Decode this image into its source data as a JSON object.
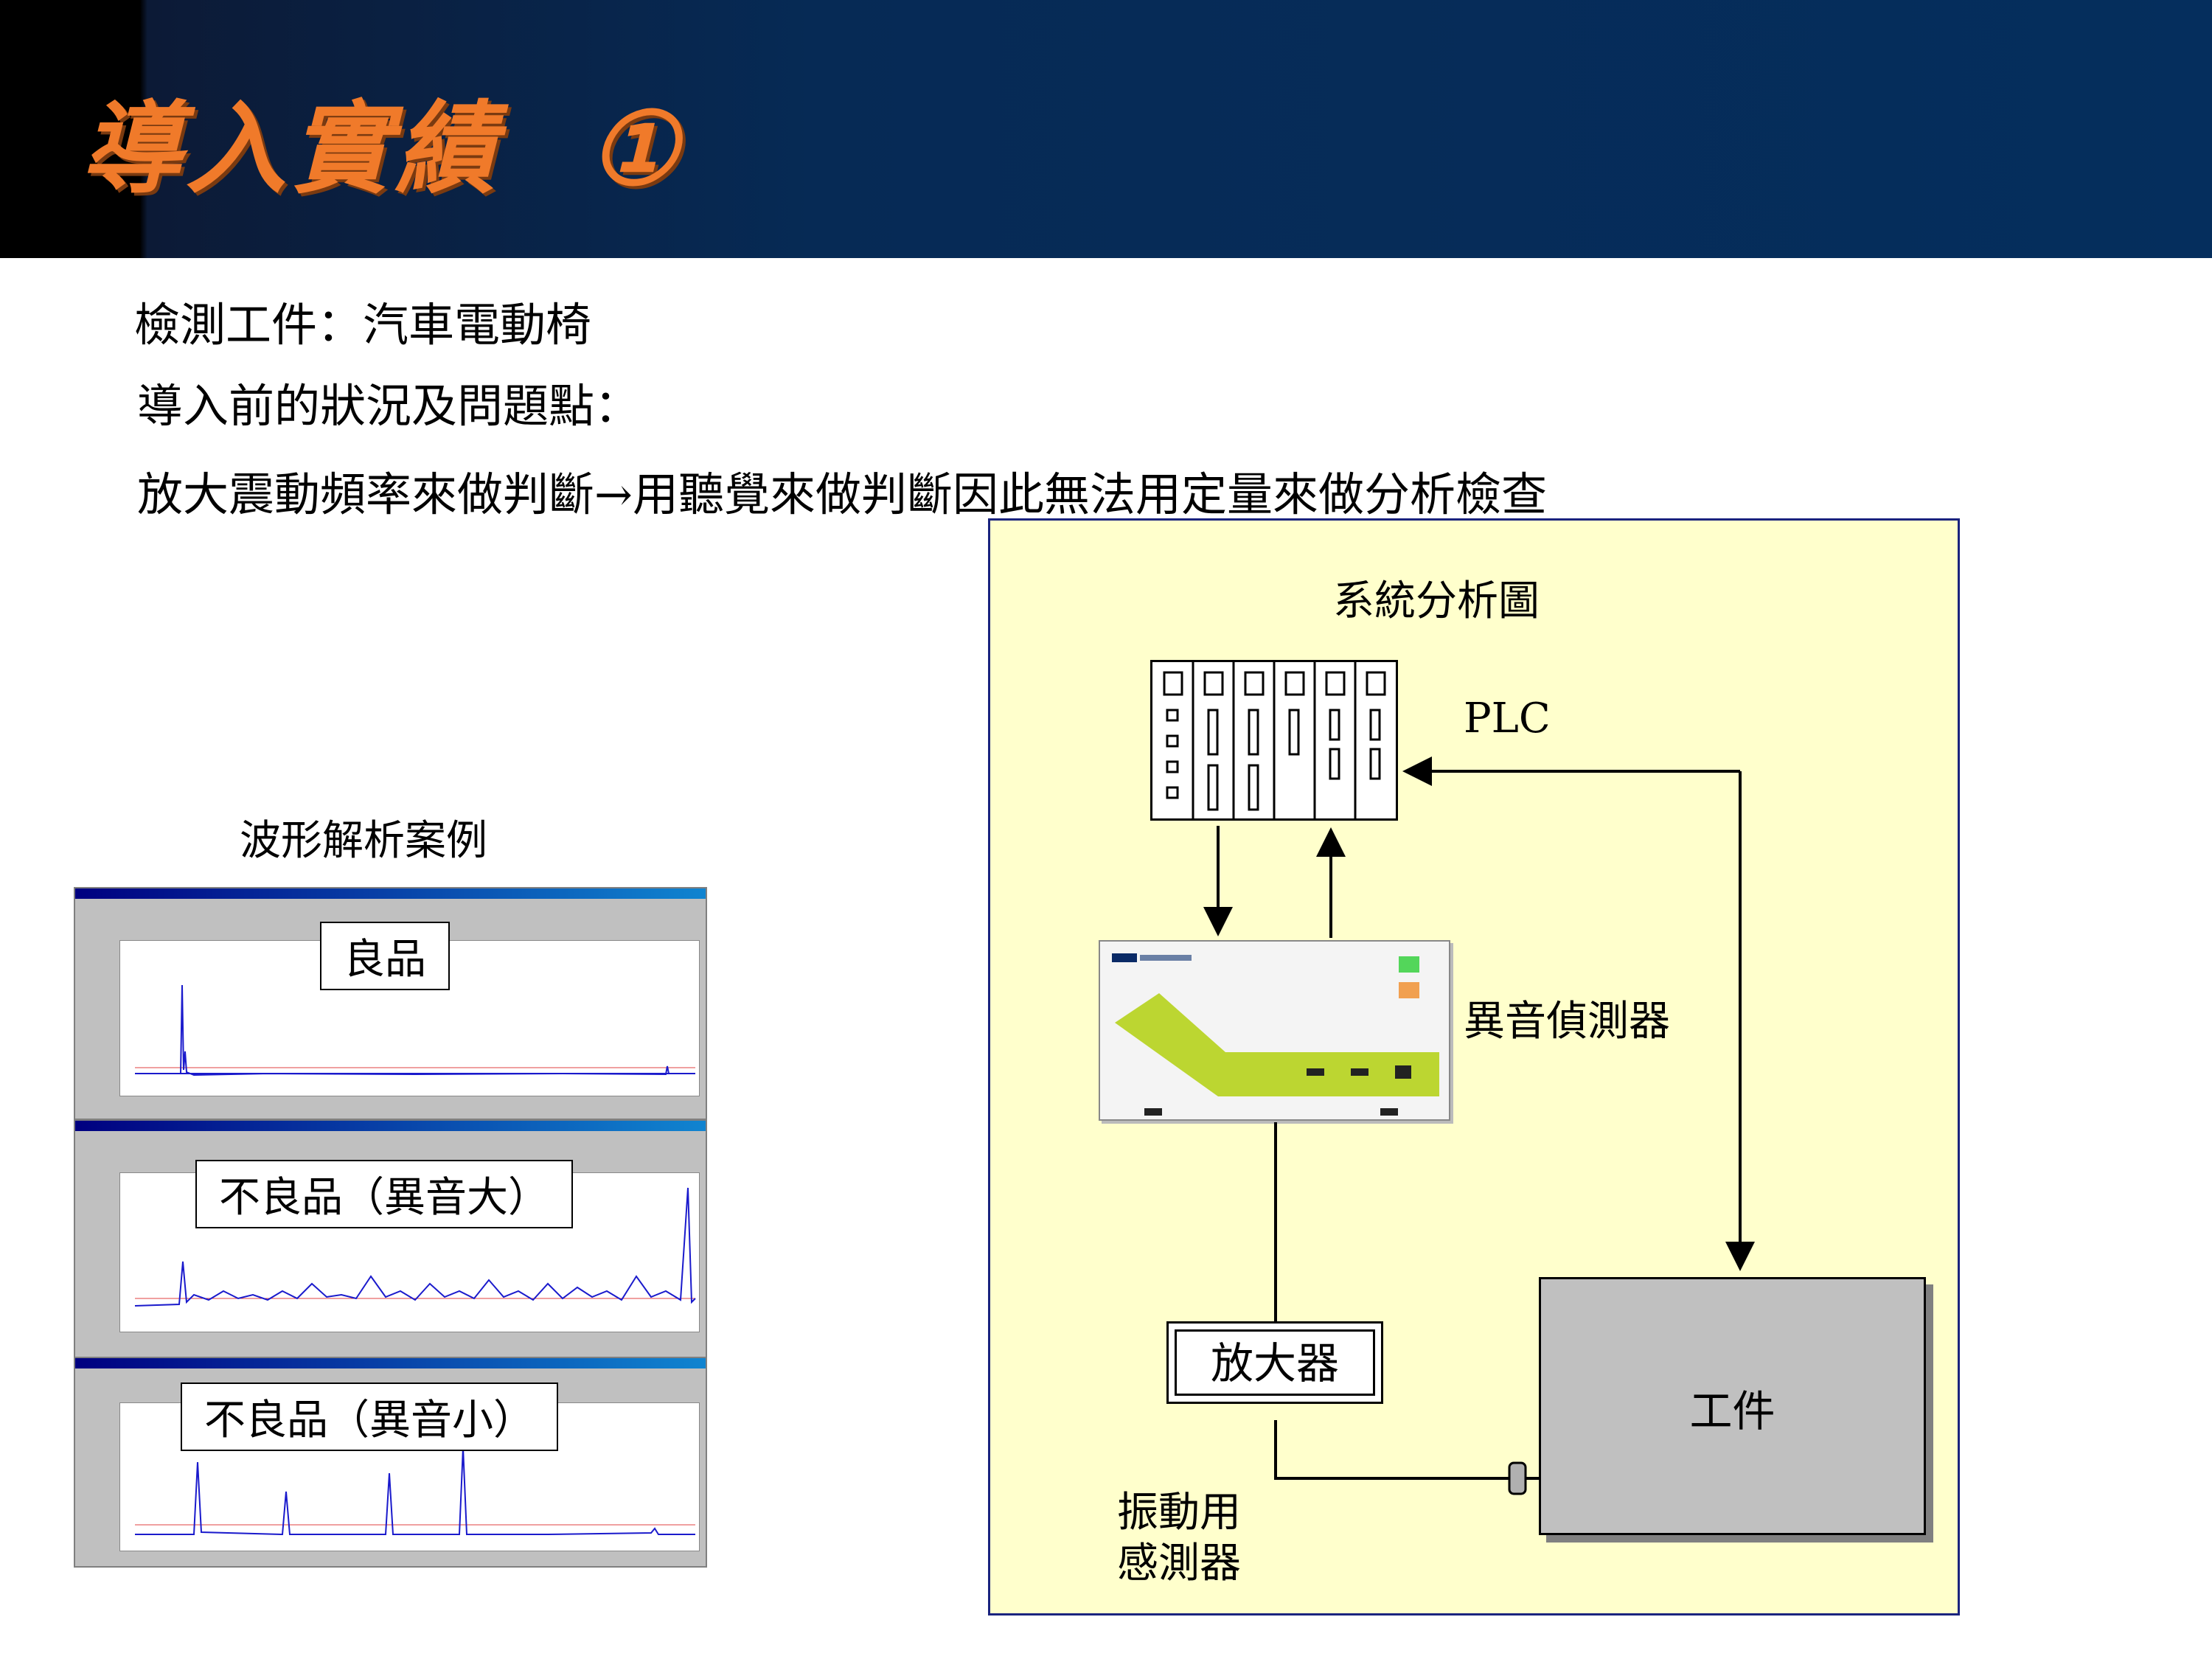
{
  "title": "導入實績",
  "title_number": "①",
  "lines": {
    "workpiece": "檢測工件：汽車電動椅",
    "before_problems": "導入前的狀況及問題點：",
    "description": "放大震動頻率來做判斷→用聽覺來做判斷因此無法用定量來做分析檢查"
  },
  "waveform": {
    "caption": "波形解析案例",
    "panels": [
      {
        "label": "良品"
      },
      {
        "label": "不良品（異音大）"
      },
      {
        "label": "不良品（異音小）"
      }
    ]
  },
  "diagram": {
    "title": "系統分析圖",
    "plc_label": "PLC",
    "detector_label": "異音偵測器",
    "amplifier_label": "放大器",
    "workpiece_label": "工件",
    "sensor_label_1": "振動用",
    "sensor_label_2": "感測器"
  },
  "colors": {
    "title": "#f07a2a",
    "header_bg": "#052e5d",
    "diagram_bg": "#ffffcc",
    "diagram_border": "#1a237e",
    "waveform": "#1a1acc"
  }
}
